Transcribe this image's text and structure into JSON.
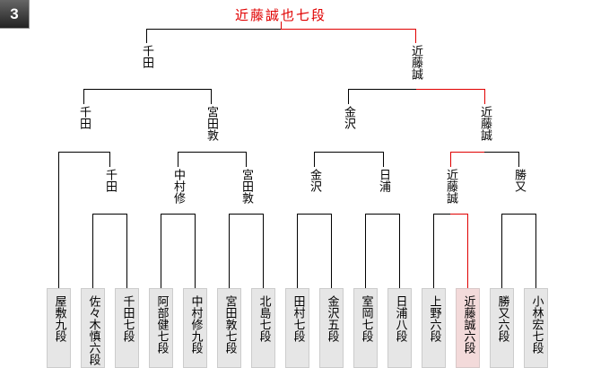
{
  "block_number": "3",
  "champion": "近藤誠也七段",
  "colors": {
    "winner_line": "#e00000",
    "winner_box": "#f3dada",
    "box": "#e6e6e6"
  },
  "round4": [
    "千田",
    "近藤誠"
  ],
  "round3": [
    "千田",
    "宮田敦",
    "金沢",
    "近藤誠"
  ],
  "round2": [
    "千田",
    "中村修",
    "宮田敦",
    "金沢",
    "日浦",
    "近藤誠",
    "勝又"
  ],
  "players": [
    "屋敷九段",
    "佐々木慎六段",
    "千田七段",
    "阿部健七段",
    "中村修九段",
    "宮田敦七段",
    "北島七段",
    "田村七段",
    "金沢五段",
    "室岡七段",
    "日浦八段",
    "上野六段",
    "近藤誠六段",
    "勝又六段",
    "小林宏七段"
  ]
}
